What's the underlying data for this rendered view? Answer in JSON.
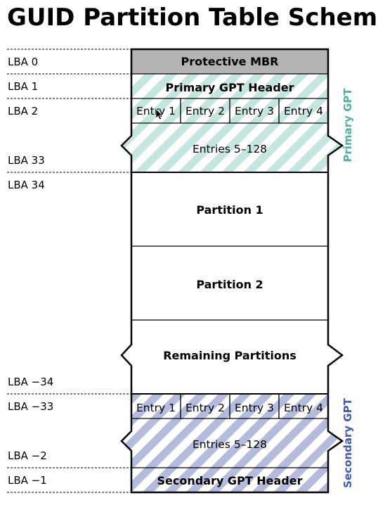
{
  "title": "GUID Partition Table Scheme",
  "lba_labels": {
    "lba0": "LBA 0",
    "lba1": "LBA 1",
    "lba2": "LBA 2",
    "lba33": "LBA 33",
    "lba34": "LBA 34",
    "lba_m34": "LBA −34",
    "lba_m33": "LBA −33",
    "lba_m2": "LBA −2",
    "lba_m1": "LBA −1"
  },
  "blocks": {
    "protective_mbr": "Protective MBR",
    "primary_header": "Primary GPT Header",
    "primary_entries": [
      "Entry 1",
      "Entry 2",
      "Entry 3",
      "Entry 4"
    ],
    "primary_entries_rest": "Entries 5–128",
    "partition1": "Partition 1",
    "partition2": "Partition 2",
    "remaining": "Remaining Partitions",
    "secondary_entries": [
      "Entry 1",
      "Entry 2",
      "Entry 3",
      "Entry 4"
    ],
    "secondary_entries_rest": "Entries 5–128",
    "secondary_header": "Secondary GPT Header"
  },
  "side_labels": {
    "primary": "Primary GPT",
    "secondary": "Secondary GPT"
  },
  "colors": {
    "mbr_fill": "#b3b3b3",
    "primary_stripe": "#c5e6df",
    "secondary_stripe": "#b4bbdc",
    "primary_label": "#4db3a0",
    "secondary_label": "#3e5bb5"
  }
}
